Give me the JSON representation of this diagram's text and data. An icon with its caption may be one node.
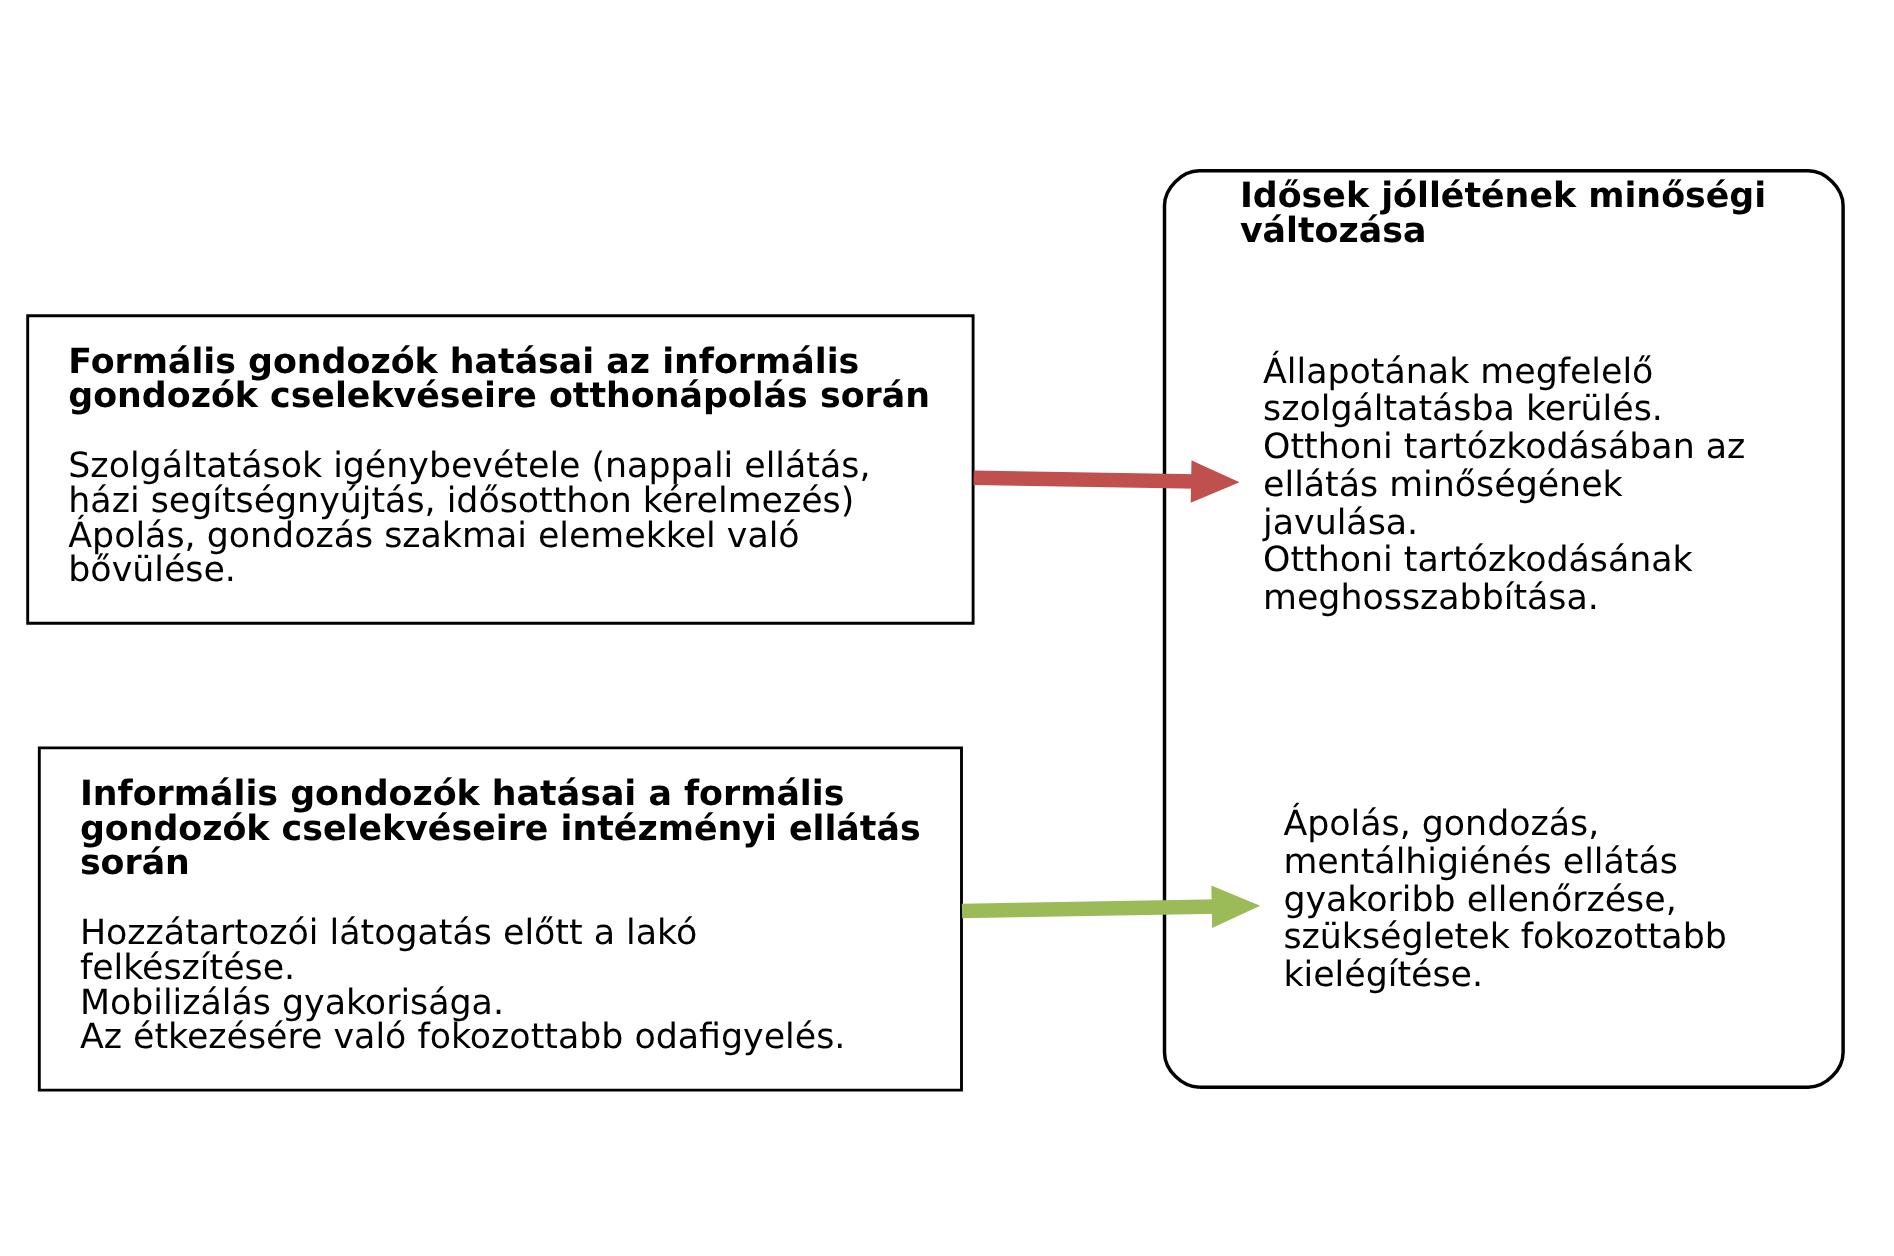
{
  "diagram": {
    "nodes": [
      {
        "text": [
          "Formális gondozók hatásai az informális gondozók cselekvéseire otthonápolás során",
          "Szolgáltatások igénybevétele (nappali ellátás, házi segítségnyújtás, idősotthon kérelmezés)",
          "Ápolás, gondozás szakmai elemekkel való bővülése."
        ]
      },
      {
        "text": [
          "Informális gondozók hatásai a formális gondozók cselekvéseire intézményi ellátás során",
          "Hozzátartozói látogatás előtt a lakó felkészítése.",
          "Mobilizálás gyakorisága.",
          "Az étkezésére való fokozottabb odafigyelés."
        ]
      },
      {
        "text": [
          "Idősek jóllétének minőségi változása"
        ]
      },
      {
        "text": [
          "Állapotának megfelelő szolgáltatásba kerülés.",
          "Otthoni tartózkodásában az ellátás minőségének javulása.",
          "Otthoni tartózkodásának meghosszabbítása."
        ],
        "in": 2
      },
      {
        "text": [
          "Ápolás, gondozás, mentálhigiénés ellátás gyakoribb ellenőrzése, szükségletek fokozottabb kielégítése."
        ],
        "in": 2
      }
    ],
    "edges": [
      {
        "from": 0,
        "to": 3,
        "arrow": "to",
        "color": "#c0504d"
      },
      {
        "from": 1,
        "to": 4,
        "arrow": "to",
        "color": "#9bbb59"
      }
    ]
  }
}
